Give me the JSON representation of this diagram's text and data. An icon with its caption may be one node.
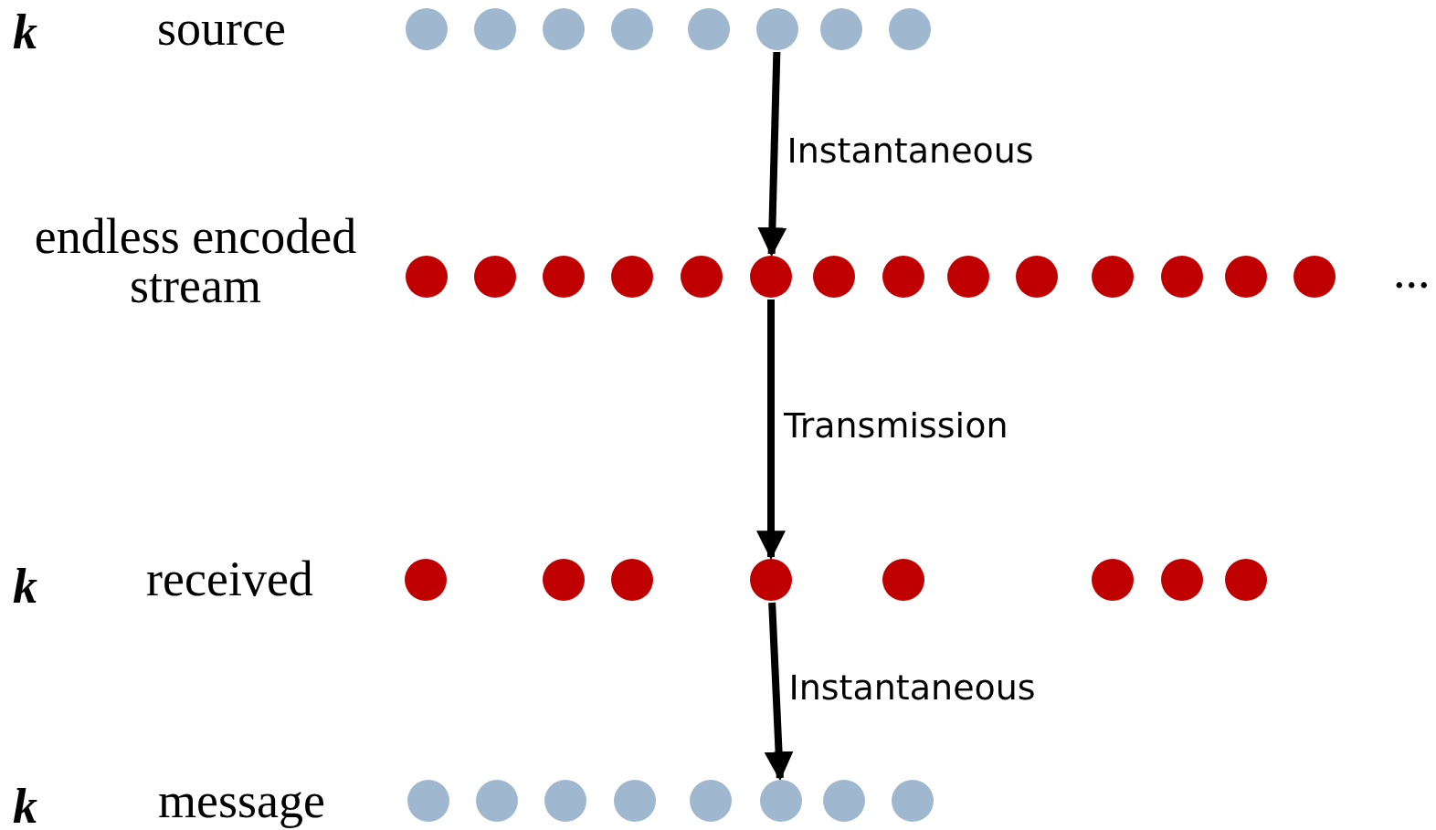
{
  "diagram": {
    "nodes": [
      {
        "text": [],
        "shape": "circle"
      },
      {
        "text": [],
        "shape": "circle"
      },
      {
        "text": [],
        "shape": "circle"
      },
      {
        "text": [],
        "shape": "circle"
      },
      {
        "text": [],
        "shape": "circle"
      },
      {
        "text": [],
        "shape": "circle"
      },
      {
        "text": [],
        "shape": "circle"
      },
      {
        "text": [],
        "shape": "circle"
      },
      {
        "text": [],
        "shape": "circle"
      },
      {
        "text": [],
        "shape": "circle"
      },
      {
        "text": [],
        "shape": "circle"
      },
      {
        "text": [],
        "shape": "circle"
      },
      {
        "text": [],
        "shape": "circle"
      },
      {
        "text": [],
        "shape": "circle"
      },
      {
        "text": [],
        "shape": "circle"
      },
      {
        "text": [],
        "shape": "circle"
      },
      {
        "text": [],
        "shape": "circle"
      },
      {
        "text": [],
        "shape": "circle"
      },
      {
        "text": [],
        "shape": "circle"
      },
      {
        "text": [],
        "shape": "circle"
      },
      {
        "text": [],
        "shape": "circle"
      },
      {
        "text": [],
        "shape": "circle"
      },
      {
        "text": [],
        "shape": "circle"
      },
      {
        "text": [],
        "shape": "circle"
      },
      {
        "text": [],
        "shape": "circle"
      },
      {
        "text": [],
        "shape": "circle"
      },
      {
        "text": [],
        "shape": "circle"
      },
      {
        "text": [],
        "shape": "circle"
      },
      {
        "text": [],
        "shape": "circle"
      },
      {
        "text": [],
        "shape": "circle"
      },
      {
        "text": [],
        "shape": "circle"
      },
      {
        "text": [],
        "shape": "circle"
      },
      {
        "text": [],
        "shape": "circle"
      },
      {
        "text": [],
        "shape": "circle"
      },
      {
        "text": [],
        "shape": "circle"
      },
      {
        "text": [],
        "shape": "circle"
      },
      {
        "text": [],
        "shape": "circle"
      },
      {
        "text": [],
        "shape": "circle"
      }
    ],
    "edges": [
      {
        "from": 5,
        "to": 13,
        "arrow": "to",
        "label": "Instantaneous"
      },
      {
        "from": 13,
        "to": 25,
        "arrow": "to",
        "label": "Transmission"
      },
      {
        "from": 25,
        "to": 35,
        "arrow": "to",
        "label": "Instantaneous"
      }
    ],
    "labels": [
      "k",
      "source",
      "endless encoded stream",
      "...",
      "k",
      "received",
      "k",
      "message"
    ]
  }
}
